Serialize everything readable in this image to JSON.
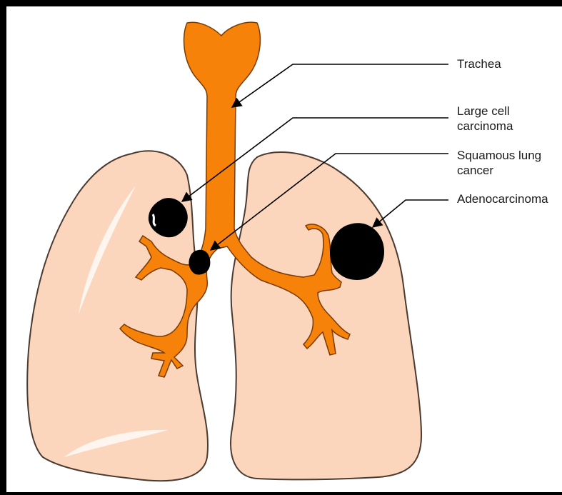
{
  "colors": {
    "lung_fill": "#fbd6bc",
    "lung_outline": "#4a3a30",
    "airway_fill": "#f7820a",
    "airway_outline": "#7a3a00",
    "tumor_fill": "#000000",
    "frame": "#000000",
    "background": "#ffffff"
  },
  "labels": {
    "trachea": "Trachea",
    "large_cell": "Large cell\ncarcinoma",
    "squamous": "Squamous lung\ncancer",
    "adeno": "Adenocarcinoma"
  }
}
